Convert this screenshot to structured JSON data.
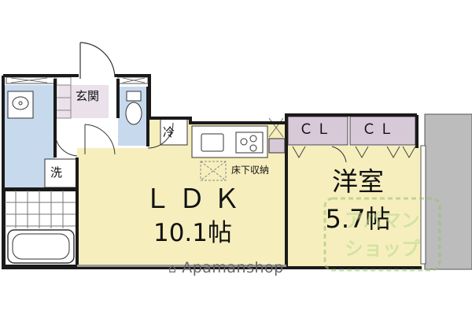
{
  "rooms": {
    "genkan": "玄関",
    "fridge": "冷",
    "washer": "洗",
    "underfloor_storage": "床下収納",
    "ldk_name": "ＬＤＫ",
    "ldk_size": "10.1帖",
    "western_name": "洋室",
    "western_size": "5.7帖",
    "closet_1": "ＣＬ",
    "closet_2": "ＣＬ"
  },
  "watermark": "Apamanshop",
  "stamp_text": "アパマンショップ",
  "colors": {
    "wall": "#1a1a1a",
    "ldk_floor": "#f6efbd",
    "water_area": "#c7d9ec",
    "closet": "#d8c9d8",
    "balcony": "#bcbcbc",
    "watermark": "#666666"
  },
  "icons": [
    "entrance-door-icon",
    "toilet-icon",
    "washbasin-icon",
    "bathtub-icon",
    "stove-icon",
    "sink-icon"
  ]
}
